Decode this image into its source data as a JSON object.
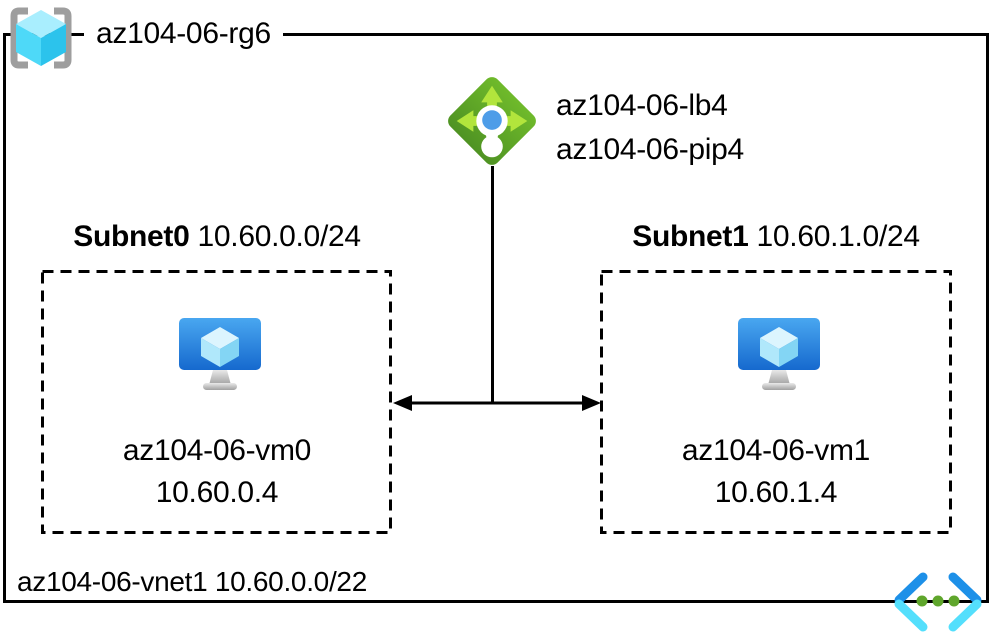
{
  "resource_group": {
    "label": "az104-06-rg6"
  },
  "load_balancer": {
    "label": "az104-06-lb4",
    "pip_label": "az104-06-pip4"
  },
  "subnets": [
    {
      "name": "Subnet0",
      "cidr": "10.60.0.0/24",
      "vm_name": "az104-06-vm0",
      "vm_ip": "10.60.0.4"
    },
    {
      "name": "Subnet1",
      "cidr": "10.60.1.0/24",
      "vm_name": "az104-06-vm1",
      "vm_ip": "10.60.1.4"
    }
  ],
  "vnet": {
    "label": "az104-06-vnet1",
    "cidr": "10.60.0.0/22"
  },
  "icons": {
    "resource_group": "resource-group-icon",
    "load_balancer": "load-balancer-icon",
    "virtual_machine": "vm-icon",
    "virtual_network": "vnet-icon"
  },
  "colors": {
    "line": "#000000",
    "lb_arrow_green": "#B2E53C",
    "lb_dot_blue": "#4E9DE8",
    "bracket_gray": "#9E9E9E",
    "rg_cube_top": "#A9EEFE",
    "rg_cube_left": "#4ED9F8",
    "rg_cube_right": "#2CC3EC",
    "cube_light": "#DCF5FE",
    "cube_mid": "#B0E8FB",
    "cube_dark": "#83D5F4",
    "vnet_blue": "#1D90E8",
    "vnet_cyan": "#54DFFC",
    "dot_green": "#5FA62C"
  }
}
